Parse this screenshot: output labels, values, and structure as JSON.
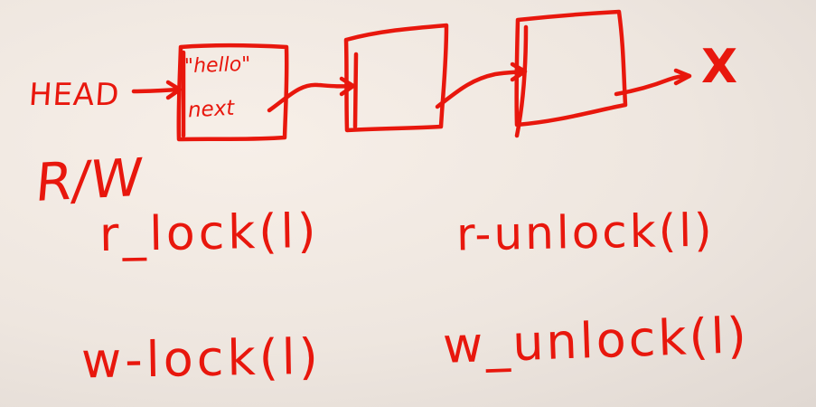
{
  "labels": {
    "head": "HEAD",
    "null_marker": "X",
    "rw": "R/W"
  },
  "nodes": [
    {
      "value": "\"hello\"",
      "next": "next"
    },
    {
      "value": "",
      "next": ""
    },
    {
      "value": "",
      "next": ""
    }
  ],
  "operations": {
    "r_lock": "r_lock(l)",
    "r_unlock": "r-unlock(l)",
    "w_lock": "w-lock(l)",
    "w_unlock": "w_unlock(l)"
  },
  "colors": {
    "ink": "#e8170d",
    "board": "#f3ebe4"
  }
}
